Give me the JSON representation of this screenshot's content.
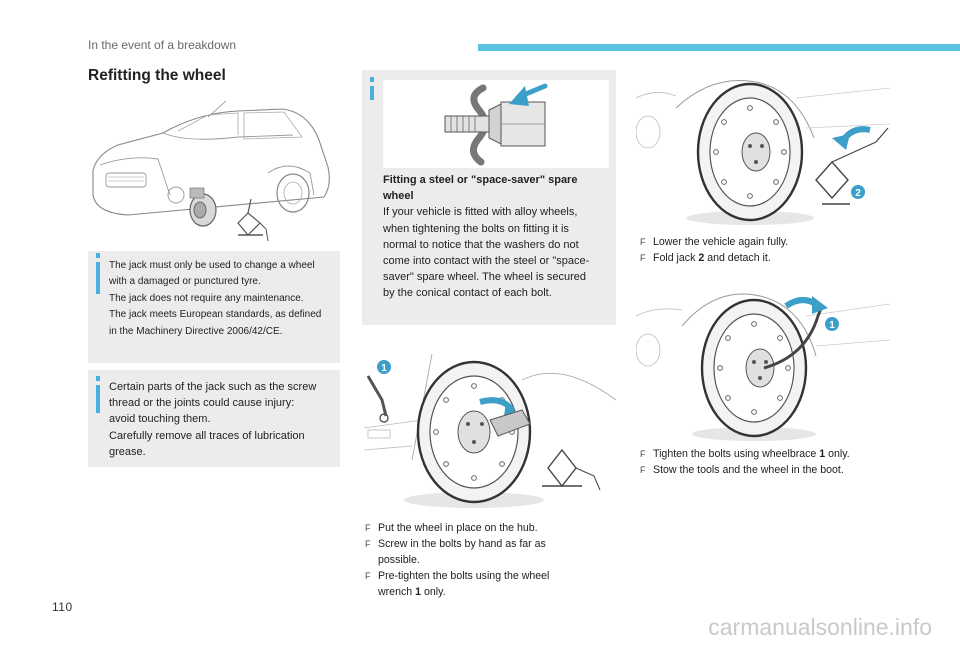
{
  "header": {
    "section": "In the event of a breakdown",
    "accent_color": "#5ac3e0"
  },
  "title": "Refitting the wheel",
  "notes": {
    "jack_usage": [
      "The jack must only be used to change a wheel",
      "with a damaged or punctured tyre.",
      "The jack does not require any maintenance.",
      "The jack meets European standards, as defined",
      "in the Machinery Directive 2006/42/CE."
    ],
    "jack_safety": [
      "Certain parts of the jack such as the screw",
      "thread or the joints could cause injury:",
      "avoid touching them.",
      "Carefully remove all traces of lubrication",
      "grease."
    ],
    "spare_wheel": {
      "heading_1": "Fitting a steel or \"space-saver\" spare",
      "heading_2": "wheel",
      "lines": [
        "If your vehicle is fitted with alloy wheels,",
        "when tightening the bolts on fitting it is",
        "normal to notice that the washers do not",
        "come into contact with the steel or \"space-",
        "saver\" spare wheel. The wheel is secured",
        "by the conical contact of each bolt."
      ]
    },
    "marker_color": "#4aaede"
  },
  "steps": {
    "bullet": "F",
    "put_wheel": [
      {
        "text": "Put the wheel in place on the hub."
      },
      {
        "text": "Screw in the bolts by hand as far as"
      },
      {
        "text": "possible.",
        "indent": true
      },
      {
        "text": "Pre-tighten the bolts using the wheel"
      },
      {
        "pre": "wrench ",
        "bold": "1",
        "post": " only.",
        "indent": true
      }
    ],
    "lower_vehicle": [
      {
        "text": "Lower the vehicle again fully."
      },
      {
        "pre": "Fold jack ",
        "bold": "2",
        "post": " and detach it."
      }
    ],
    "tighten_bolts": [
      {
        "pre": "Tighten the bolts using wheelbrace ",
        "bold": "1",
        "post": " only."
      },
      {
        "text": "Stow the tools and the wheel in the boot."
      }
    ]
  },
  "callouts": {
    "wrench": "1",
    "jack": "2",
    "wheelbrace": "1",
    "color": "#3c9fc8"
  },
  "page_number": "110",
  "watermark": "carmanualsonline.info"
}
